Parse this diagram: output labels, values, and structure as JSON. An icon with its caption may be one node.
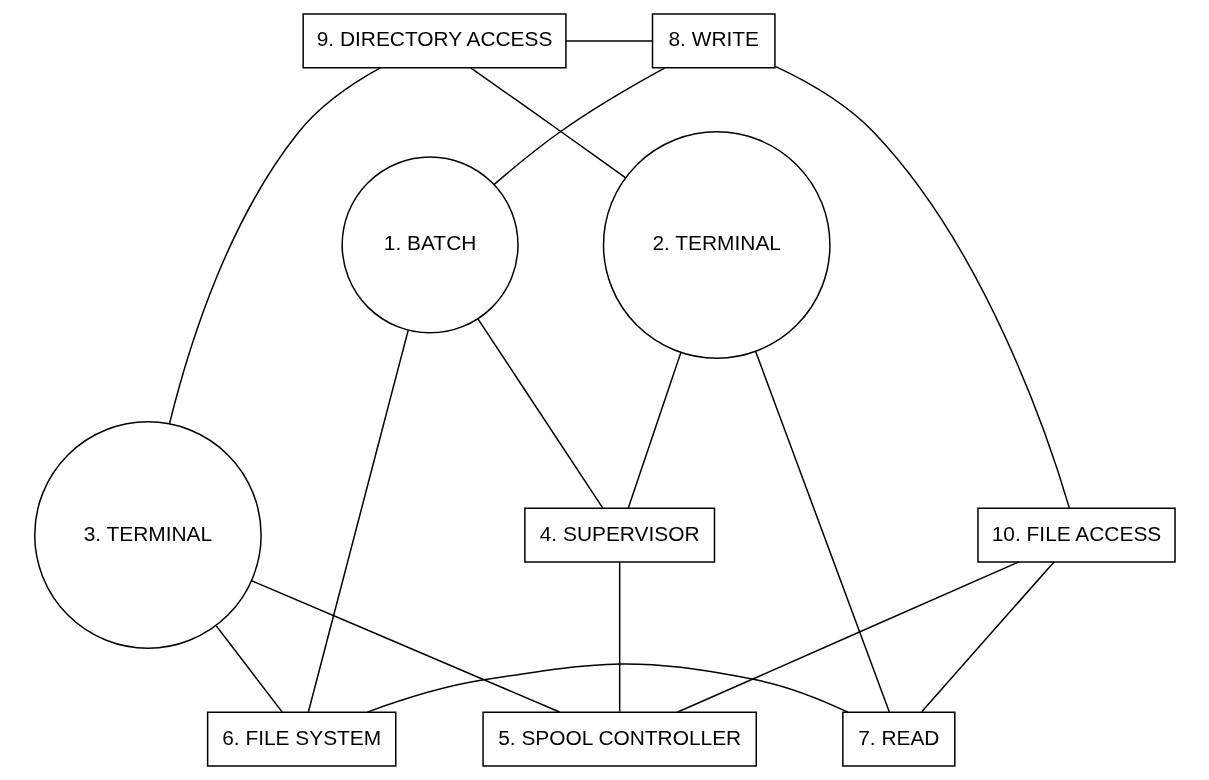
{
  "diagram": {
    "nodes": [
      {
        "text": [
          "9. DIRECTORY ACCESS"
        ]
      },
      {
        "text": [
          "8. WRITE"
        ]
      },
      {
        "text": [
          "1. BATCH"
        ]
      },
      {
        "text": [
          "2. TERMINAL"
        ]
      },
      {
        "text": [
          "4. SUPERVISOR"
        ]
      },
      {
        "text": [
          "3. TERMINAL"
        ]
      },
      {
        "text": [
          "10. FILE ACCESS"
        ]
      },
      {
        "text": [
          "5. SPOOL CONTROLLER"
        ]
      },
      {
        "text": [
          "6. FILE SYSTEM"
        ]
      },
      {
        "text": [
          "7. READ"
        ]
      }
    ],
    "edges": [
      {
        "from": 0,
        "to": 1,
        "arrow": "none"
      },
      {
        "from": 0,
        "to": 3,
        "arrow": "none"
      },
      {
        "from": 1,
        "to": 2,
        "arrow": "none"
      },
      {
        "from": 0,
        "to": 5,
        "arrow": "none"
      },
      {
        "from": 1,
        "to": 6,
        "arrow": "none"
      },
      {
        "from": 2,
        "to": 4,
        "arrow": "none"
      },
      {
        "from": 3,
        "to": 4,
        "arrow": "none"
      },
      {
        "from": 2,
        "to": 8,
        "arrow": "none"
      },
      {
        "from": 3,
        "to": 9,
        "arrow": "none"
      },
      {
        "from": 4,
        "to": 7,
        "arrow": "none"
      },
      {
        "from": 5,
        "to": 7,
        "arrow": "none"
      },
      {
        "from": 6,
        "to": 7,
        "arrow": "none"
      },
      {
        "from": 5,
        "to": 8,
        "arrow": "none"
      },
      {
        "from": 6,
        "to": 9,
        "arrow": "none"
      },
      {
        "from": 8,
        "to": 9,
        "arrow": "none"
      }
    ]
  }
}
